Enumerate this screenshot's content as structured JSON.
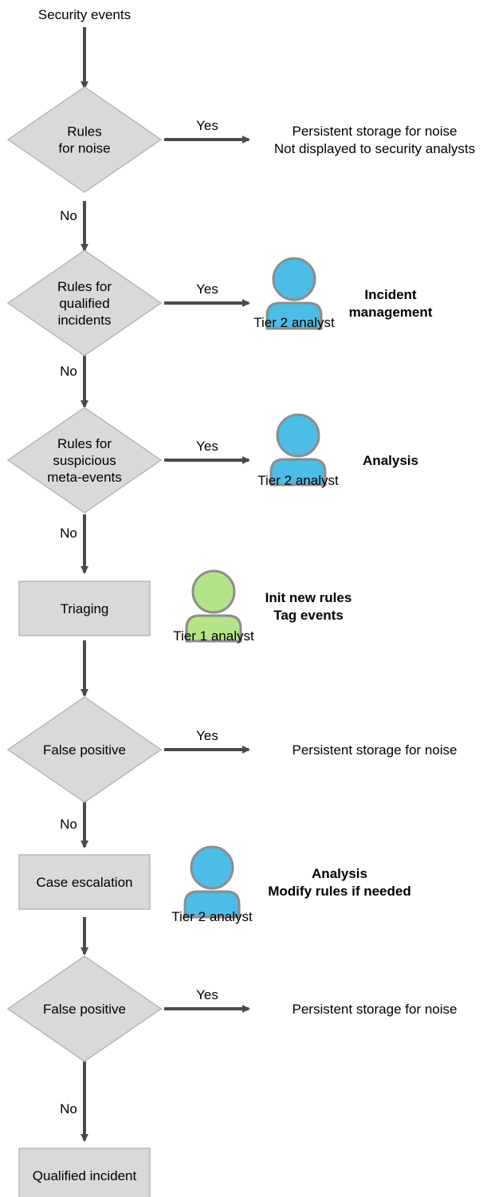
{
  "start": "Security events",
  "decisions": [
    {
      "lines": [
        "Rules",
        "for noise"
      ]
    },
    {
      "lines": [
        "Rules for",
        "qualified",
        "incidents"
      ]
    },
    {
      "lines": [
        "Rules for",
        "suspicious",
        "meta-events"
      ]
    },
    {
      "lines": [
        "False positive"
      ]
    },
    {
      "lines": [
        "False positive"
      ]
    }
  ],
  "processes": [
    "Triaging",
    "Case escalation",
    "Qualified incident"
  ],
  "yes_label": "Yes",
  "no_label": "No",
  "outcomes": [
    [
      "Persistent storage for noise",
      "Not displayed to security analysts"
    ],
    [
      "Persistent storage for noise"
    ],
    [
      "Persistent storage for noise"
    ]
  ],
  "actors": [
    {
      "label": "Tier 2 analyst",
      "color": "#4bbde6",
      "task": [
        "Incident",
        "management"
      ]
    },
    {
      "label": "Tier 2 analyst",
      "color": "#4bbde6",
      "task": [
        "Analysis"
      ]
    },
    {
      "label": "Tier 1 analyst",
      "color": "#b5e38a",
      "task": [
        "Init new rules",
        "Tag events"
      ]
    },
    {
      "label": "Tier 2 analyst",
      "color": "#4bbde6",
      "task": [
        "Analysis",
        "Modify rules if needed"
      ]
    }
  ],
  "colors": {
    "shape_fill": "#d9d9d9",
    "shape_stroke": "#b7b7b7",
    "arrow": "#4a4a4a",
    "person_stroke": "#8c8c8c"
  }
}
